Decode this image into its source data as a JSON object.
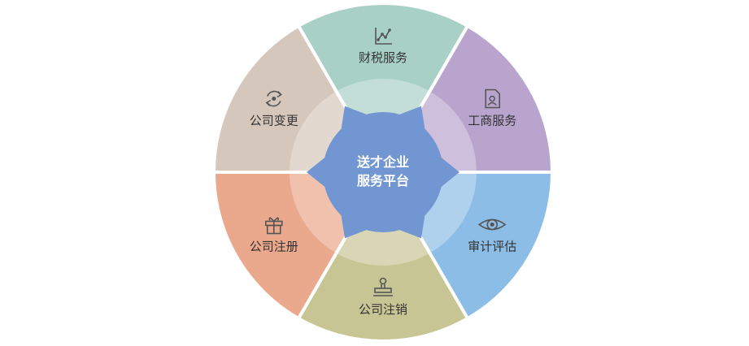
{
  "center": {
    "lines": [
      "送才企业",
      "服务平台"
    ],
    "color": "#7196d1"
  },
  "segments": [
    {
      "label": "财税服务",
      "icon": "chart-line-icon",
      "color": "#a8d0c4"
    },
    {
      "label": "工商服务",
      "icon": "document-user-icon",
      "color": "#b9a4ce"
    },
    {
      "label": "审计评估",
      "icon": "eye-icon",
      "color": "#8cbde6"
    },
    {
      "label": "公司注销",
      "icon": "stamp-icon",
      "color": "#c8c594"
    },
    {
      "label": "公司注册",
      "icon": "gift-box-icon",
      "color": "#eaa88c"
    },
    {
      "label": "公司变更",
      "icon": "refresh-cycle-icon",
      "color": "#d6c7bc"
    }
  ]
}
